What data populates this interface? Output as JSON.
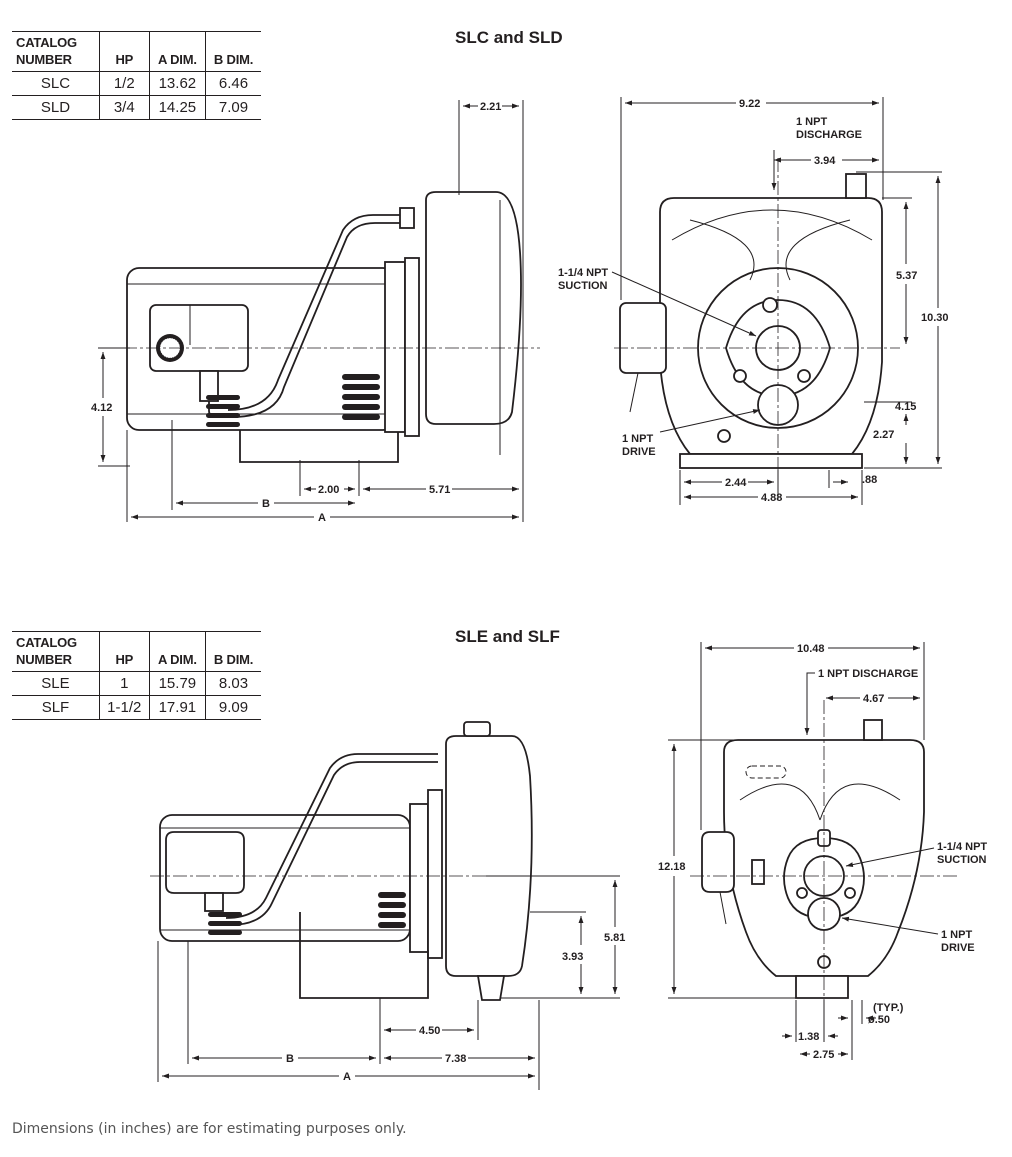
{
  "sections": [
    {
      "title": "SLC and SLD",
      "table": {
        "headers": [
          "CATALOG\nNUMBER",
          "HP",
          "A DIM.",
          "B DIM."
        ],
        "rows": [
          [
            "SLC",
            "1/2",
            "13.62",
            "6.46"
          ],
          [
            "SLD",
            "3/4",
            "14.25",
            "7.09"
          ]
        ]
      },
      "side_view": {
        "dims": {
          "top": "2.21",
          "height": "4.12",
          "base": "2.00",
          "offset": "5.71",
          "b": "B",
          "a": "A"
        }
      },
      "front_view": {
        "dims": {
          "width": "9.22",
          "discharge_offset": "3.94",
          "upper": "5.37",
          "total": "10.30",
          "center": "4.15",
          "lower": "2.27",
          "half_base": "2.44",
          "base": "4.88",
          "foot": ".88"
        },
        "labels": {
          "discharge": "1 NPT\nDISCHARGE",
          "suction": "1-1/4 NPT\nSUCTION",
          "drive": "1 NPT\nDRIVE"
        }
      }
    },
    {
      "title": "SLE and SLF",
      "table": {
        "headers": [
          "CATALOG\nNUMBER",
          "HP",
          "A DIM.",
          "B DIM."
        ],
        "rows": [
          [
            "SLE",
            "1",
            "15.79",
            "8.03"
          ],
          [
            "SLF",
            "1-1/2",
            "17.91",
            "9.09"
          ]
        ]
      },
      "side_view": {
        "dims": {
          "height": "5.81",
          "center": "3.93",
          "base": "4.50",
          "offset": "7.38",
          "b": "B",
          "a": "A"
        }
      },
      "front_view": {
        "dims": {
          "width": "10.48",
          "discharge_offset": "4.67",
          "total": "12.18",
          "half_base": "1.38",
          "base": "2.75",
          "hole": "ø.50",
          "typ": "(TYP.)"
        },
        "labels": {
          "discharge": "1 NPT DISCHARGE",
          "suction": "1-1/4 NPT\nSUCTION",
          "drive": "1 NPT\nDRIVE"
        }
      }
    }
  ],
  "footnote": "Dimensions (in inches) are for estimating purposes only."
}
